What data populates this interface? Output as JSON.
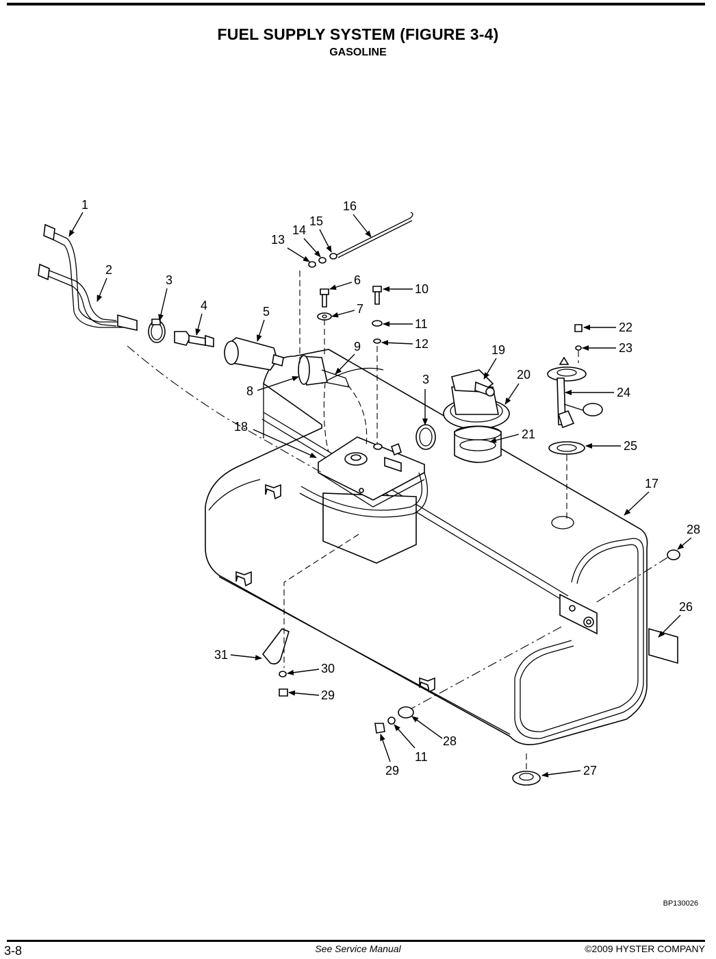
{
  "header": {
    "title": "FUEL SUPPLY SYSTEM (FIGURE 3-4)",
    "subtitle": "GASOLINE"
  },
  "figure_id": "BP130026",
  "footer": {
    "page_number": "3-8",
    "center_text": "See Service Manual",
    "copyright": "©2009 HYSTER COMPANY"
  },
  "callouts": [
    "1",
    "2",
    "3",
    "4",
    "5",
    "6",
    "7",
    "8",
    "9",
    "10",
    "11",
    "12",
    "13",
    "14",
    "15",
    "16",
    "17",
    "18",
    "19",
    "20",
    "21",
    "22",
    "23",
    "24",
    "25",
    "26",
    "27",
    "28",
    "28",
    "29",
    "29",
    "30",
    "31",
    "3",
    "11"
  ]
}
